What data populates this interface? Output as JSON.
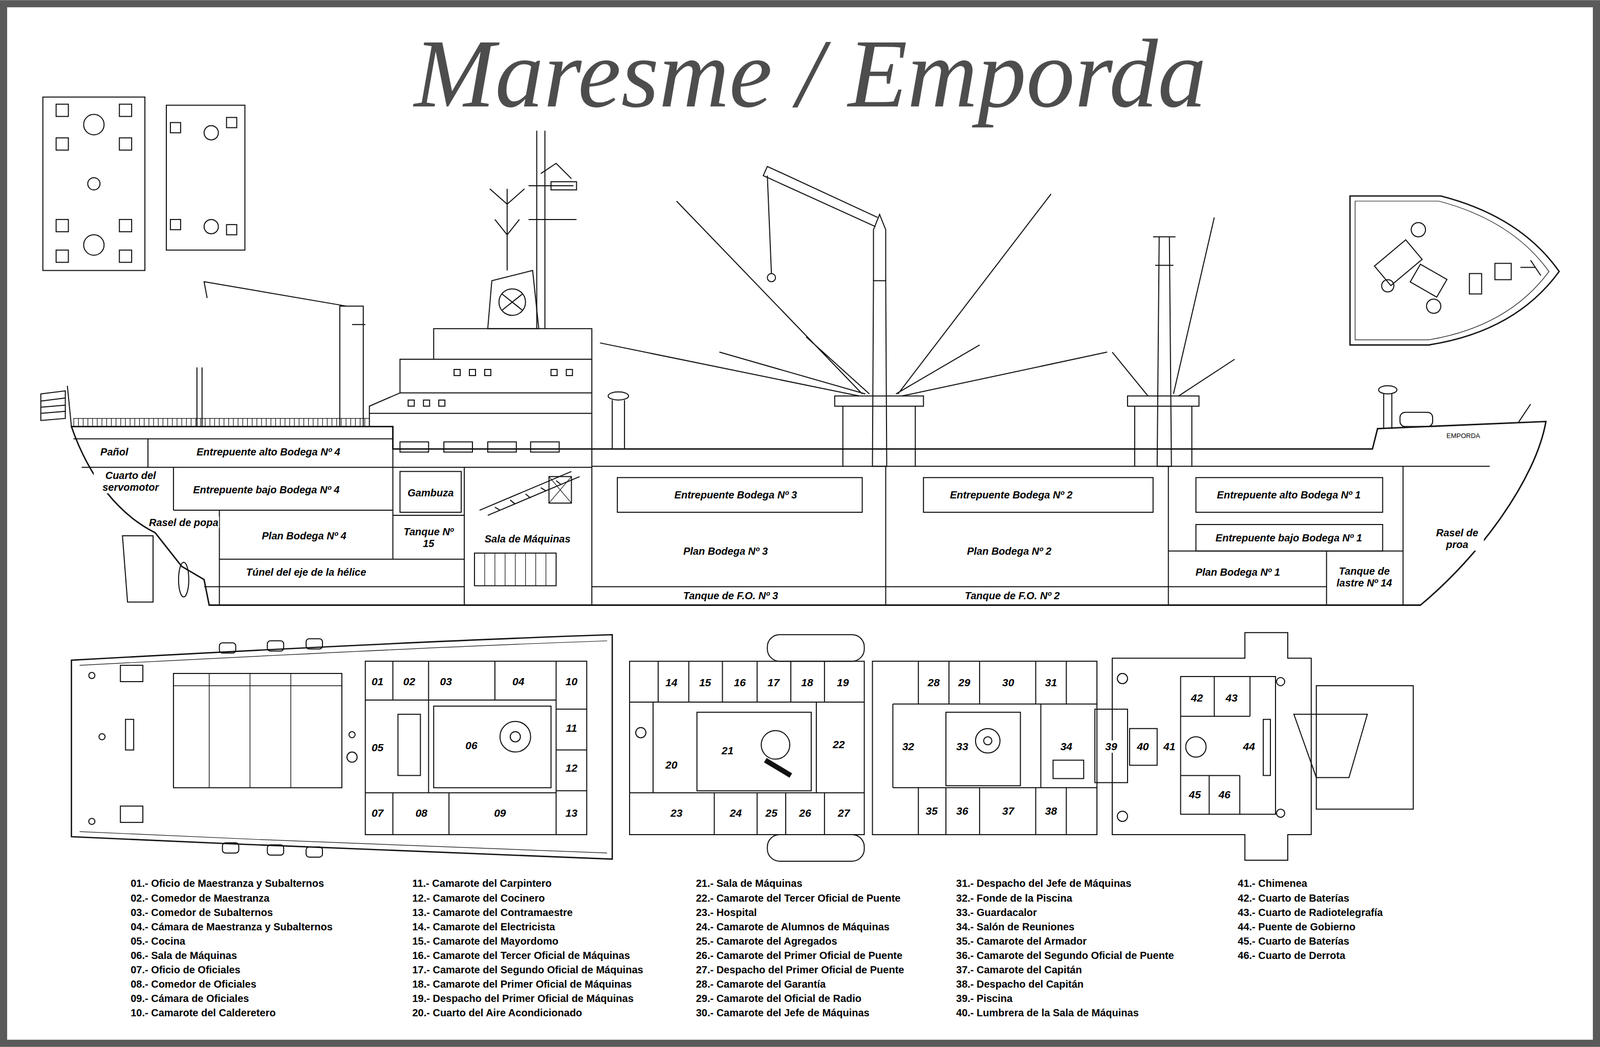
{
  "diagram": {
    "title": "Maresme / Emporda",
    "labels": [
      "Pañol",
      "Entrepuente alto Bodega Nº 4",
      "Cuarto del servomotor",
      "Entrepuente bajo Bodega Nº 4",
      "Rasel de popa",
      "Gambuza",
      "Tanque Nº 15",
      "Sala de Máquinas",
      "Plan Bodega Nº 4",
      "Túnel del eje de la hélice",
      "Entrepuente Bodega Nº 3",
      "Plan Bodega Nº 3",
      "Tanque de F.O. Nº 3",
      "Entrepuente Bodega Nº 2",
      "Plan Bodega Nº 2",
      "Tanque de F.O. Nº 2",
      "Entrepuente alto Bodega Nº 1",
      "Entrepuente bajo Bodega Nº 1",
      "Plan Bodega Nº 1",
      "Tanque de lastre Nº 14",
      "Rasel de proa",
      "EMPORDA",
      "01",
      "02",
      "03",
      "04",
      "05",
      "06",
      "07",
      "08",
      "09",
      "10",
      "11",
      "12",
      "13",
      "14",
      "15",
      "16",
      "17",
      "18",
      "19",
      "20",
      "21",
      "22",
      "23",
      "24",
      "25",
      "26",
      "27",
      "28",
      "29",
      "30",
      "31",
      "32",
      "33",
      "34",
      "35",
      "36",
      "37",
      "38",
      "39",
      "40",
      "41",
      "42",
      "43",
      "44",
      "45",
      "46",
      "01.- Oficio de Maestranza y Subalternos",
      "02.- Comedor de Maestranza",
      "03.- Comedor de Subalternos",
      "04.- Cámara de Maestranza y Subalternos",
      "05.- Cocina",
      "06.- Sala de Máquinas",
      "07.- Oficio de Oficiales",
      "08.- Comedor de Oficiales",
      "09.- Cámara de Oficiales",
      "10.- Camarote del Calderetero",
      "11.- Camarote del Carpintero",
      "12.- Camarote del Cocinero",
      "13.- Camarote del Contramaestre",
      "14.- Camarote del Electricista",
      "15.- Camarote del Mayordomo",
      "16.- Camarote del Tercer Oficial de Máquinas",
      "17.- Camarote del Segundo Oficial de Máquinas",
      "18.- Camarote del Primer Oficial de Máquinas",
      "19.- Despacho del Primer Oficial de Máquinas",
      "20.- Cuarto del Aire Acondicionado",
      "21.- Sala de Máquinas",
      "22.- Camarote del Tercer Oficial de Puente",
      "23.- Hospital",
      "24.- Camarote de Alumnos de Máquinas",
      "25.- Camarote del Agregados",
      "26.- Camarote del Primer Oficial de Puente",
      "27.- Despacho del Primer Oficial de Puente",
      "28.- Camarote del Garantía",
      "29.- Camarote del Oficial de Radio",
      "30.- Camarote del Jefe de Máquinas",
      "31.- Despacho del Jefe de Máquinas",
      "32.- Fonde de la Piscina",
      "33.- Guardacalor",
      "34.- Salón de Reuniones",
      "35.- Camarote del Armador",
      "36.- Camarote del Segundo Oficial de Puente",
      "37.- Camarote del Capitán",
      "38.- Despacho del Capitán",
      "39.- Piscina",
      "40.- Lumbrera de la Sala de Máquinas",
      "41.- Chimenea",
      "42.- Cuarto de Baterías",
      "43.- Cuarto de Radiotelegrafía",
      "44.- Puente de Gobierno",
      "45.- Cuarto de Baterías",
      "46.- Cuarto de Derrota"
    ]
  }
}
